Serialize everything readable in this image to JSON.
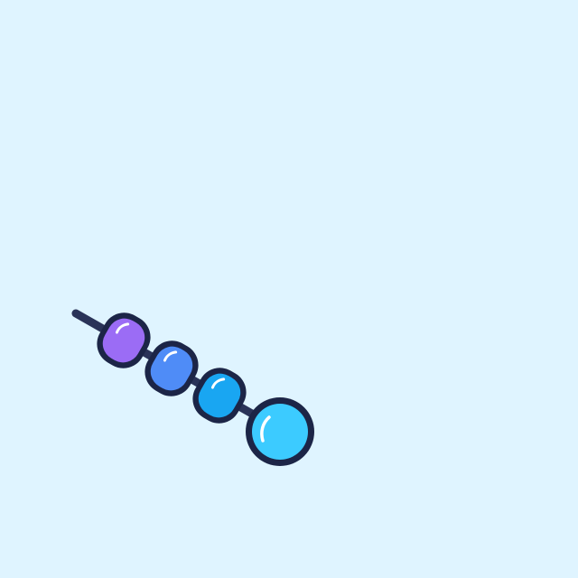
{
  "colors": {
    "background": "#DFF4FF",
    "outline": "#1C2547",
    "rod": "#2A3358",
    "highlight": "#FFFFFF"
  },
  "chain": {
    "rod_icon": "skewer-rod",
    "beads": [
      {
        "id": "bead-1",
        "shape": "rounded",
        "fill": "#9B6CF5",
        "shade": "#B58CFF"
      },
      {
        "id": "bead-2",
        "shape": "rounded",
        "fill": "#4F8CF7",
        "shade": "#74A6FF"
      },
      {
        "id": "bead-3",
        "shape": "rounded",
        "fill": "#19A6F2",
        "shade": "#45BDFA"
      },
      {
        "id": "bead-head",
        "shape": "circle",
        "fill": "#3CCBFF",
        "shade": "#6ED9FF"
      }
    ]
  }
}
